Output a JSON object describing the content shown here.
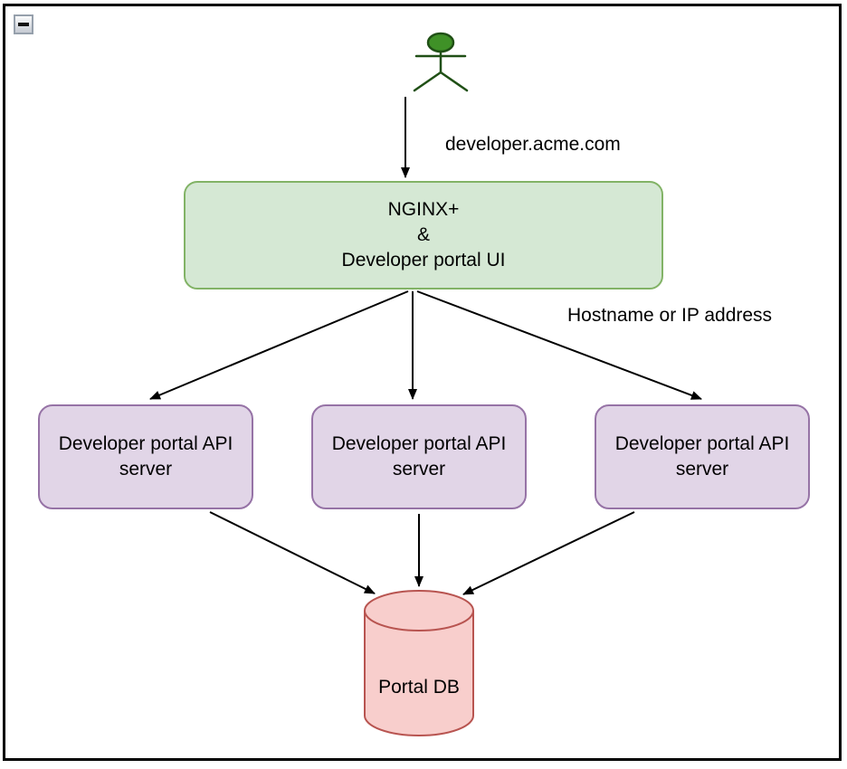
{
  "controls": {
    "collapse_icon": "minus-icon"
  },
  "colors": {
    "nginx_fill": "#d5e8d4",
    "nginx_stroke": "#82b366",
    "server_fill": "#e1d5e7",
    "server_stroke": "#9673a6",
    "db_fill": "#f8cecc",
    "db_stroke": "#b85450",
    "actor_fill": "#3f9127",
    "actor_stroke": "#205016",
    "edge": "#000000",
    "frame": "#000000"
  },
  "diagram": {
    "edge_labels": {
      "user_request": "developer.acme.com",
      "load_balancing": "Hostname or IP address"
    },
    "nginx_box": {
      "lines": [
        "NGINX+",
        "&",
        "Developer portal UI"
      ]
    },
    "api_servers": [
      {
        "label": "Developer portal API server"
      },
      {
        "label": "Developer portal API server"
      },
      {
        "label": "Developer portal API server"
      }
    ],
    "database": {
      "label": "Portal DB"
    }
  }
}
